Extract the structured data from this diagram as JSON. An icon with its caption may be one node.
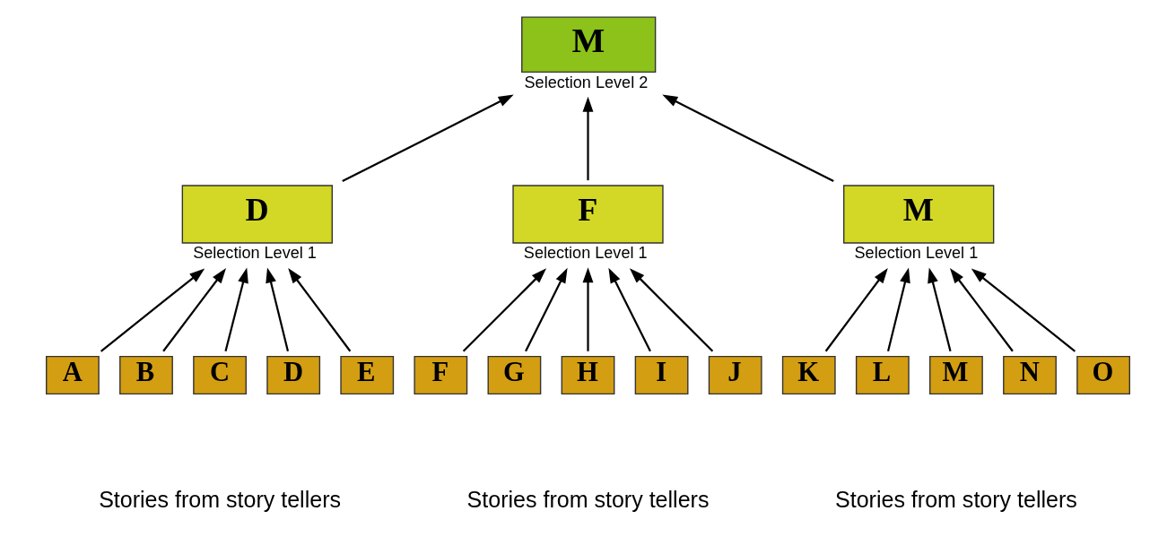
{
  "diagram": {
    "nodes": [
      {
        "text": [
          "M"
        ],
        "beside": [
          "Selection Level 2"
        ]
      },
      {
        "text": [
          "D"
        ],
        "beside": [
          "Selection Level 1"
        ]
      },
      {
        "text": [
          "F"
        ],
        "beside": [
          "Selection Level 1"
        ]
      },
      {
        "text": [
          "M"
        ],
        "beside": [
          "Selection Level 1"
        ]
      },
      {
        "text": [
          "A"
        ]
      },
      {
        "text": [
          "B"
        ]
      },
      {
        "text": [
          "C"
        ]
      },
      {
        "text": [
          "D"
        ]
      },
      {
        "text": [
          "E"
        ]
      },
      {
        "text": [
          "F"
        ]
      },
      {
        "text": [
          "G"
        ]
      },
      {
        "text": [
          "H"
        ]
      },
      {
        "text": [
          "I"
        ]
      },
      {
        "text": [
          "J"
        ]
      },
      {
        "text": [
          "K"
        ]
      },
      {
        "text": [
          "L"
        ]
      },
      {
        "text": [
          "M"
        ]
      },
      {
        "text": [
          "N"
        ]
      },
      {
        "text": [
          "O"
        ]
      }
    ],
    "edges": [
      {
        "from": 1,
        "to": 0,
        "arrow": "to"
      },
      {
        "from": 2,
        "to": 0,
        "arrow": "to"
      },
      {
        "from": 3,
        "to": 0,
        "arrow": "to"
      },
      {
        "from": 4,
        "to": 1,
        "arrow": "to"
      },
      {
        "from": 5,
        "to": 1,
        "arrow": "to"
      },
      {
        "from": 6,
        "to": 1,
        "arrow": "to"
      },
      {
        "from": 7,
        "to": 1,
        "arrow": "to"
      },
      {
        "from": 8,
        "to": 1,
        "arrow": "to"
      },
      {
        "from": 9,
        "to": 2,
        "arrow": "to"
      },
      {
        "from": 10,
        "to": 2,
        "arrow": "to"
      },
      {
        "from": 11,
        "to": 2,
        "arrow": "to"
      },
      {
        "from": 12,
        "to": 2,
        "arrow": "to"
      },
      {
        "from": 13,
        "to": 2,
        "arrow": "to"
      },
      {
        "from": 14,
        "to": 3,
        "arrow": "to"
      },
      {
        "from": 15,
        "to": 3,
        "arrow": "to"
      },
      {
        "from": 16,
        "to": 3,
        "arrow": "to"
      },
      {
        "from": 17,
        "to": 3,
        "arrow": "to"
      },
      {
        "from": 18,
        "to": 3,
        "arrow": "to"
      }
    ],
    "labels": [
      "Stories from story tellers",
      "Stories from story tellers",
      "Stories from story tellers"
    ]
  }
}
